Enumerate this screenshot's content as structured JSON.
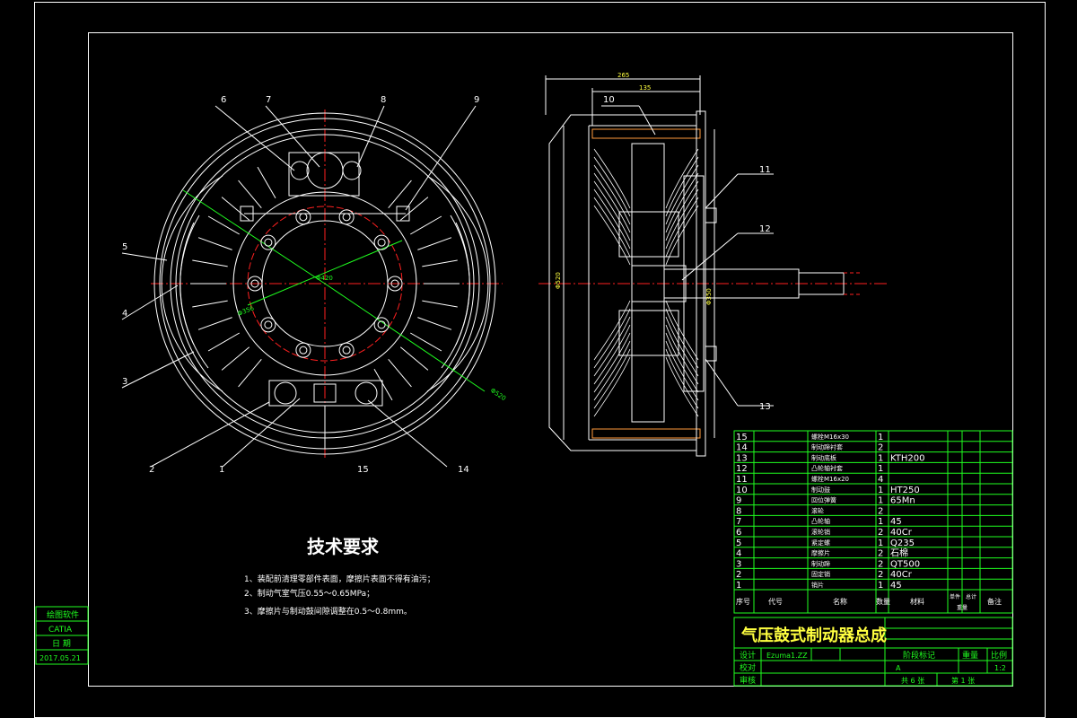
{
  "balloons_front": [
    "6",
    "7",
    "8",
    "9",
    "5",
    "4",
    "3",
    "2",
    "1",
    "15",
    "14"
  ],
  "balloons_side": [
    "10",
    "11",
    "12",
    "13"
  ],
  "dims": {
    "overall_width": "265",
    "drum_width": "135",
    "front_dia_a": "Φ420",
    "front_dia_b": "Φ356",
    "front_dia_c": "Φ520",
    "side_height_a": "Φ520",
    "side_height_b": "Φ350"
  },
  "tech": {
    "title": "技术要求",
    "notes": [
      "1、装配前清理零部件表面，摩擦片表面不得有油污；",
      "2、制动气室气压0.55～0.65MPa；",
      "3、摩擦片与制动鼓间隙调整在0.5～0.8mm。"
    ]
  },
  "left_box": {
    "label1": "绘图软件",
    "value1": "CATIA",
    "label2": "日 期",
    "value2": "2017.05.21"
  },
  "bom": {
    "rows": [
      {
        "no": "15",
        "name": "螺栓M16x30",
        "qty": "1",
        "mat": ""
      },
      {
        "no": "14",
        "name": "制动蹄衬套",
        "qty": "2",
        "mat": ""
      },
      {
        "no": "13",
        "name": "制动底板",
        "qty": "1",
        "mat": "KTH200"
      },
      {
        "no": "12",
        "name": "凸轮轴衬套",
        "qty": "1",
        "mat": ""
      },
      {
        "no": "11",
        "name": "螺栓M16x20",
        "qty": "4",
        "mat": ""
      },
      {
        "no": "10",
        "name": "制动鼓",
        "qty": "1",
        "mat": "HT250"
      },
      {
        "no": "9",
        "name": "回位弹簧",
        "qty": "1",
        "mat": "65Mn"
      },
      {
        "no": "8",
        "name": "滚轮",
        "qty": "2",
        "mat": ""
      },
      {
        "no": "7",
        "name": "凸轮轴",
        "qty": "1",
        "mat": "45"
      },
      {
        "no": "6",
        "name": "滚轮销",
        "qty": "2",
        "mat": "40Cr"
      },
      {
        "no": "5",
        "name": "紧定螺",
        "qty": "1",
        "mat": "Q235"
      },
      {
        "no": "4",
        "name": "摩擦片",
        "qty": "2",
        "mat": "石棉"
      },
      {
        "no": "3",
        "name": "制动蹄",
        "qty": "2",
        "mat": "QT500"
      },
      {
        "no": "2",
        "name": "固定销",
        "qty": "2",
        "mat": "40Cr"
      },
      {
        "no": "1",
        "name": "销片",
        "qty": "1",
        "mat": "45"
      }
    ],
    "header": {
      "no": "序号",
      "code": "代号",
      "name": "名称",
      "qty": "数量",
      "mat": "材料",
      "unit": "单件",
      "total": "总计",
      "weight": "重量",
      "remark": "备注"
    }
  },
  "title_block": {
    "title": "气压鼓式制动器总成",
    "design_label": "设计",
    "designer": "Ezuma1.ZZ",
    "check_label": "校对",
    "approve_label": "审核",
    "stage_label": "阶段标记",
    "weight_label": "重量",
    "scale_label": "比例",
    "stage_value": "A",
    "scale_value": "1:2",
    "sheets": "共 6 张",
    "sheet_no": "第 1 张"
  },
  "colors": {
    "line": "#ffffff",
    "green": "#1fff1f",
    "red": "#ff2020",
    "yellow": "#ffff40"
  }
}
